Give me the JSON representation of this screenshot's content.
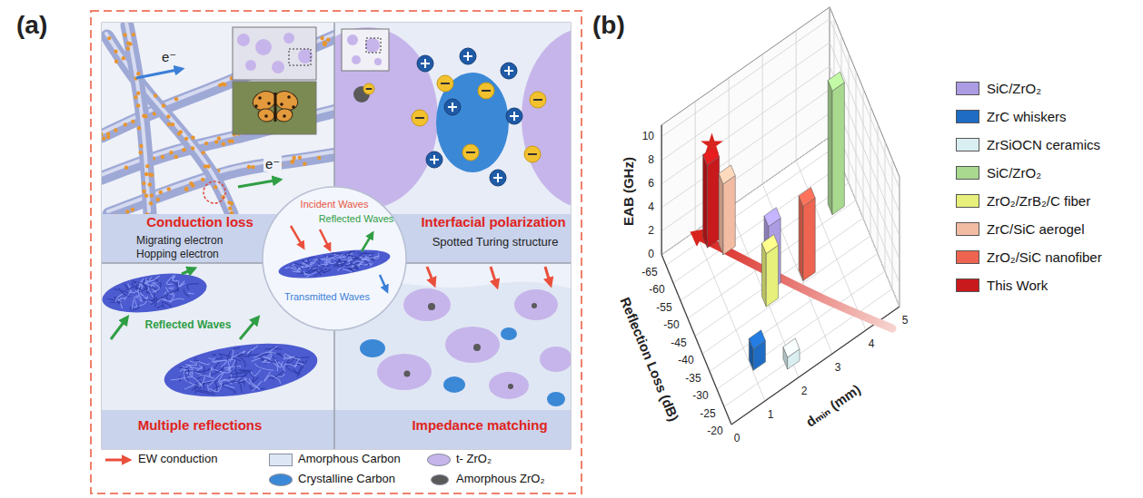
{
  "diagram": {
    "nodes": [
      {
        "text": [
          "Conduction loss",
          "Migrating electron",
          "Hopping electron"
        ]
      },
      {
        "text": [
          "Interfacial polarization",
          "Spotted Turing structure"
        ]
      },
      {
        "text": [
          "Incident Waves",
          "Reflected Waves",
          "Transmitted Waves"
        ]
      },
      {
        "text": [
          "Reflected Waves",
          "Multiple reflections"
        ]
      },
      {
        "text": [
          "Impedance matching"
        ]
      }
    ],
    "labels": [
      "(a)",
      "e⁻",
      "e⁻",
      "(b)",
      "EAB (GHz)",
      "10",
      "8",
      "6",
      "4",
      "2",
      "0",
      "Reflection Loss (dB)",
      "-65",
      "-60",
      "-55",
      "-50",
      "-45",
      "-40",
      "-35",
      "-30",
      "-25",
      "-20",
      "dₘᵢₙ (mm)",
      "0",
      "1",
      "2",
      "3",
      "4",
      "5"
    ],
    "legend": [
      {
        "text": "EW conduction"
      },
      {
        "text": "Amorphous Carbon",
        "color": "#dde6f4"
      },
      {
        "text": "t- ZrO₂",
        "color": "#c6b5ea"
      },
      {
        "text": "Crystalline Carbon",
        "color": "#3b88d6"
      },
      {
        "text": "Amorphous ZrO₂",
        "color": "#5a5a5a"
      },
      {
        "text": "SiC/ZrO₂",
        "color": "#ab9ce3"
      },
      {
        "text": "ZrC whiskers",
        "color": "#1e6cc4"
      },
      {
        "text": "ZrSiOCN ceramics",
        "color": "#d9eef0"
      },
      {
        "text": "SiC/ZrO₂",
        "color": "#a8d98f"
      },
      {
        "text": "ZrO₂/ZrB₂/C fiber",
        "color": "#e6f07a"
      },
      {
        "text": "ZrC/SiC aerogel",
        "color": "#f2bca3"
      },
      {
        "text": "ZrO₂/SiC nanofiber",
        "color": "#ee6450"
      },
      {
        "text": "This Work",
        "color": "#c8191c"
      }
    ]
  }
}
